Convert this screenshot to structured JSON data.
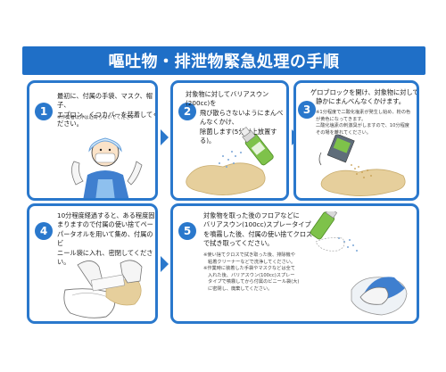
{
  "title": "嘔吐物・排泄物緊急処理の手順",
  "steps": [
    {
      "number": "1",
      "text": [
        "最初に、付属の手袋、マスク、帽子、",
        "エプロン、くつカバーを装着してください。"
      ],
      "notes": [
        "※作業者以外は近寄らないでください"
      ]
    },
    {
      "number": "2",
      "text": [
        "対象物に対してバリアスウン(200cc)を",
        "飛び散らさないようにまんべんなくかけ、",
        "除菌します(5分以上放置する)。"
      ],
      "notes": []
    },
    {
      "number": "3",
      "text": [
        "ゲロブロックを開け、対象物に対して",
        "静かにまんべんなくかけます。"
      ],
      "notes": [
        "※1分程度で二酸化塩素が発生し始め、粉の色",
        "が黄色になってきます。",
        "二酸化塩素の刺激臭がしますので、10分程度",
        "その場を離れてください。"
      ]
    },
    {
      "number": "4",
      "text": [
        "10分程度経過すると、ある程度固",
        "まりますので付属の使い捨てペー",
        "パータオルを用いて集め、付属のビ",
        "ニール袋に入れ、密閉してください。"
      ],
      "notes": []
    },
    {
      "number": "5",
      "text": [
        "対象物を取った後のフロアなどに",
        "バリアスウン(100cc)スプレータイプ",
        "を噴霧した後、付属の使い捨てクロス",
        "で拭き取ってください。"
      ],
      "notes": [
        "※使い捨てクロスで拭き取った後、排除機や",
        "粘着クリーナーなどで洗浄してください。",
        "※作業時に装着した手袋やマスクなどは全て",
        "入れた後、バリアスウン(100cc)スプレー",
        "タイプで噴霧してから付属のビニール袋(大)",
        "に密閉し、廃棄してください。"
      ]
    }
  ],
  "colors": {
    "accent": "#2a78cc",
    "title_bg": "#1f6fc7",
    "stain": "#e6cf9c",
    "spray": "#7ec24a"
  },
  "icons": [
    "worker-with-mask-icon",
    "spray-bottle-icon",
    "powder-packet-icon",
    "bagging-hands-icon",
    "wiping-cloth-icon"
  ]
}
